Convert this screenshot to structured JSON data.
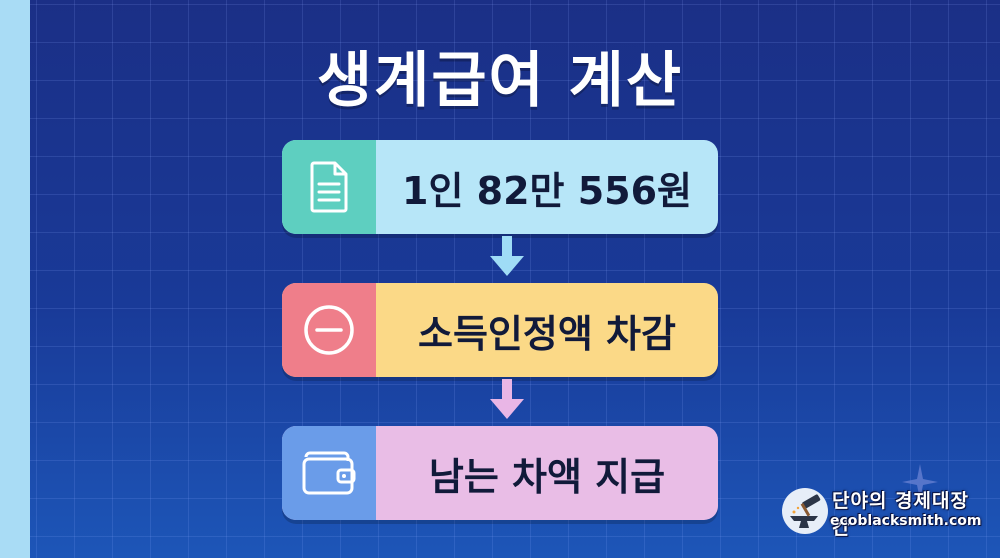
{
  "title": "생계급여 계산",
  "steps": [
    {
      "label": "1인 82만 556원",
      "icon": "document-icon"
    },
    {
      "label": "소득인정액 차감",
      "icon": "minus-circle-icon"
    },
    {
      "label": "남는 차액 지급",
      "icon": "wallet-icon"
    }
  ],
  "watermark": {
    "name": "단야의 경제대장간",
    "url": "ecoblacksmith.com"
  },
  "colors": {
    "background": "#1b3a96",
    "step1": "#b7e6f8",
    "step1_icon": "#5ecfc0",
    "step2": "#fbd987",
    "step2_icon": "#ef7e8a",
    "step3": "#e9bde6",
    "step3_icon": "#6a9ce9",
    "arrow1": "#9fdcf6",
    "arrow2": "#e9b6e6"
  }
}
